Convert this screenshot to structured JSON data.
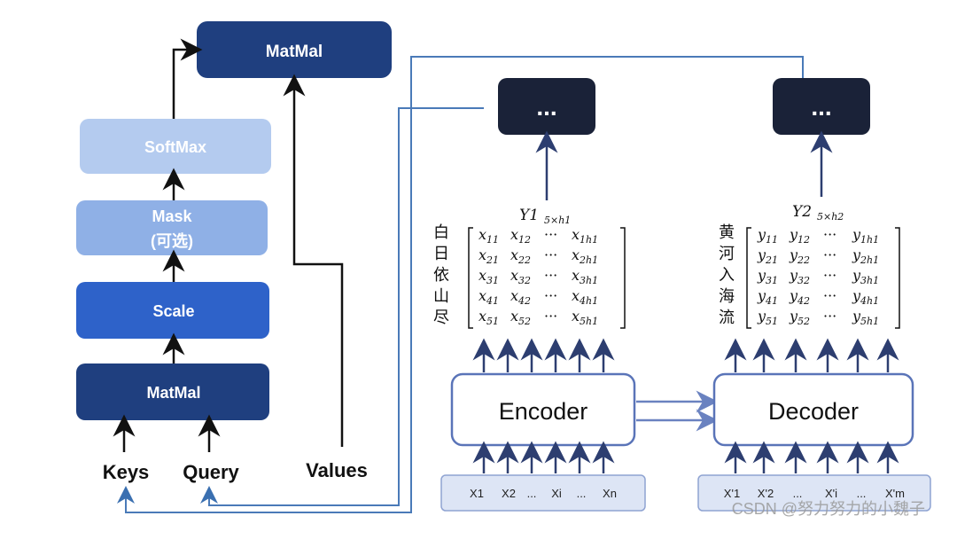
{
  "attention": {
    "matmal_top": "MatMal",
    "softmax": "SoftMax",
    "mask_line1": "Mask",
    "mask_line2": "(可选)",
    "scale": "Scale",
    "matmal_bottom": "MatMal",
    "keys": "Keys",
    "query": "Query",
    "values": "Values"
  },
  "encoder": {
    "label": "Encoder",
    "output_box": "...",
    "inputs": [
      "X1",
      "X2",
      "...",
      "Xi",
      "...",
      "Xn"
    ],
    "matrix_title": "Y1",
    "matrix_subscript": "5×h1",
    "side_text": [
      "白",
      "日",
      "依",
      "山",
      "尽"
    ],
    "rows": [
      [
        "x11",
        "x12",
        "···",
        "x1h1"
      ],
      [
        "x21",
        "x22",
        "···",
        "x2h1"
      ],
      [
        "x31",
        "x32",
        "···",
        "x3h1"
      ],
      [
        "x41",
        "x42",
        "···",
        "x4h1"
      ],
      [
        "x51",
        "x52",
        "···",
        "x5h1"
      ]
    ]
  },
  "decoder": {
    "label": "Decoder",
    "output_box": "...",
    "inputs": [
      "X'1",
      "X'2",
      "...",
      "X'i",
      "...",
      "X'm"
    ],
    "matrix_title": "Y2",
    "matrix_subscript": "5×h2",
    "side_text": [
      "黄",
      "河",
      "入",
      "海",
      "流"
    ],
    "rows": [
      [
        "y11",
        "y12",
        "···",
        "y1h1"
      ],
      [
        "y21",
        "y22",
        "···",
        "y2h1"
      ],
      [
        "y31",
        "y32",
        "···",
        "y3h1"
      ],
      [
        "y41",
        "y42",
        "···",
        "y4h1"
      ],
      [
        "y51",
        "y52",
        "···",
        "y5h1"
      ]
    ]
  },
  "watermark": "CSDN @努力努力的小魏子",
  "colors": {
    "dark_navy": "#1f3f7f",
    "mid_blue": "#2e62c9",
    "light_blue": "#8fb0e6",
    "pale_blue": "#b4cbef",
    "output_box": "#1a2238",
    "stroke_blue": "#5a74b8",
    "connector": "#4a7ab8",
    "input_bar": "#dde5f5"
  }
}
